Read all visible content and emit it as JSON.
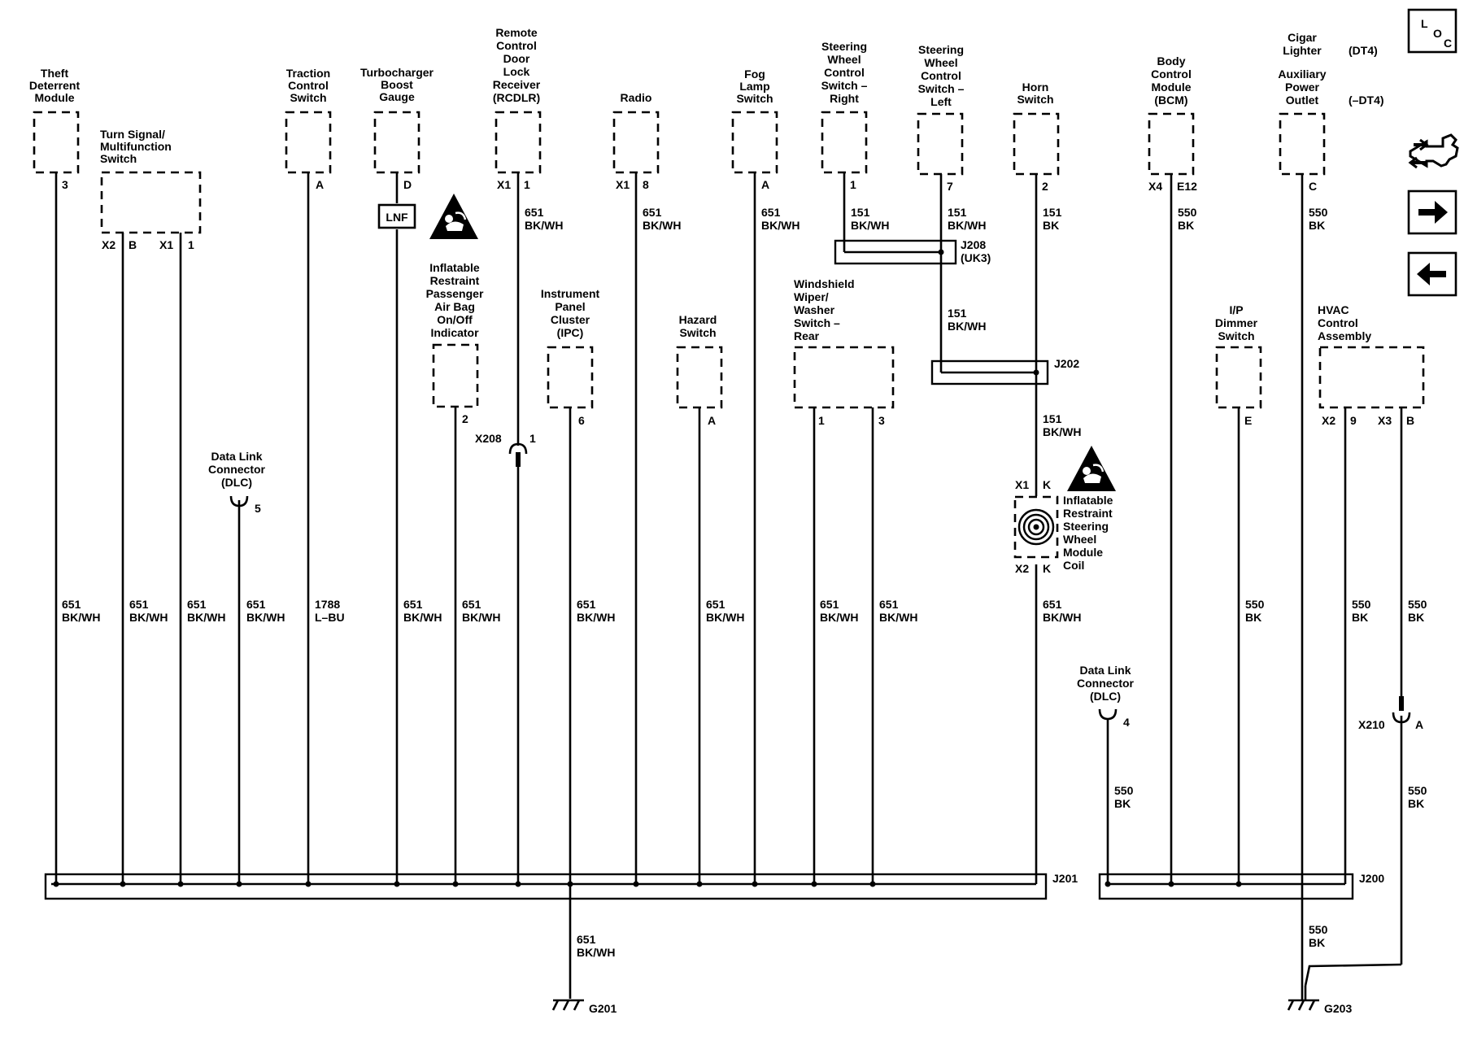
{
  "components": {
    "theft": [
      "Theft",
      "Deterrent",
      "Module"
    ],
    "turn": [
      "Turn Signal/",
      "Multifunction",
      "Switch"
    ],
    "traction": [
      "Traction",
      "Control",
      "Switch"
    ],
    "turbo": [
      "Turbocharger",
      "Boost",
      "Gauge"
    ],
    "rcdlr": [
      "Remote",
      "Control",
      "Door",
      "Lock",
      "Receiver",
      "(RCDLR)"
    ],
    "radio": [
      "Radio"
    ],
    "fog": [
      "Fog",
      "Lamp",
      "Switch"
    ],
    "swc_right": [
      "Steering",
      "Wheel",
      "Control",
      "Switch –",
      "Right"
    ],
    "swc_left": [
      "Steering",
      "Wheel",
      "Control",
      "Switch –",
      "Left"
    ],
    "horn": [
      "Horn",
      "Switch"
    ],
    "bcm": [
      "Body",
      "Control",
      "Module",
      "(BCM)"
    ],
    "cigar": [
      "Cigar",
      "Lighter"
    ],
    "aux": [
      "Auxiliary",
      "Power",
      "Outlet"
    ],
    "airbag_ind": [
      "Inflatable",
      "Restraint",
      "Passenger",
      "Air Bag",
      "On/Off",
      "Indicator"
    ],
    "ipc": [
      "Instrument",
      "Panel",
      "Cluster",
      "(IPC)"
    ],
    "hazard": [
      "Hazard",
      "Switch"
    ],
    "wiper": [
      "Windshield",
      "Wiper/",
      "Washer",
      "Switch –",
      "Rear"
    ],
    "dimmer": [
      "I/P",
      "Dimmer",
      "Switch"
    ],
    "hvac": [
      "HVAC",
      "Control",
      "Assembly"
    ],
    "dlc_left": [
      "Data Link",
      "Connector",
      "(DLC)"
    ],
    "dlc_right": [
      "Data Link",
      "Connector",
      "(DLC)"
    ],
    "coil": [
      "Inflatable",
      "Restraint",
      "Steering",
      "Wheel",
      "Module",
      "Coil"
    ]
  },
  "options": {
    "dt4": "(DT4)",
    "no_dt4": "(–DT4)",
    "lnf": "LNF"
  },
  "pins": {
    "theft": "3",
    "turn_x2": "X2",
    "turn_b": "B",
    "turn_x1": "X1",
    "turn_1": "1",
    "traction": "A",
    "turbo": "D",
    "rcdlr_x1": "X1",
    "rcdlr_1": "1",
    "radio_x1": "X1",
    "radio_8": "8",
    "fog": "A",
    "swc_right": "1",
    "swc_left": "7",
    "horn": "2",
    "bcm_x4": "X4",
    "bcm_e12": "E12",
    "aux": "C",
    "airbag": "2",
    "x208": "X208",
    "x208_pin": "1",
    "ipc": "6",
    "hazard": "A",
    "wiper_1": "1",
    "wiper_3": "3",
    "dimmer": "E",
    "hvac_x2": "X2",
    "hvac_9": "9",
    "hvac_x3": "X3",
    "hvac_b": "B",
    "dlc_left": "5",
    "dlc_right": "4",
    "coil_x1": "X1",
    "coil_k1": "K",
    "coil_x2": "X2",
    "coil_k2": "K",
    "x210": "X210",
    "x210_pin": "A"
  },
  "wires": {
    "w651_bkwh": [
      "651",
      "BK/WH"
    ],
    "w151_bkwh": [
      "151",
      "BK/WH"
    ],
    "w151_bk": [
      "151",
      "BK"
    ],
    "w550_bk": [
      "550",
      "BK"
    ],
    "w1788": [
      "1788",
      "L–BU"
    ]
  },
  "splices": {
    "j208": [
      "J208",
      "(UK3)"
    ],
    "j202": "J202",
    "j201": "J201",
    "j200": "J200"
  },
  "grounds": {
    "g201": "G201",
    "g203": "G203"
  },
  "nav": {
    "loc_l": "L",
    "loc_o": "O",
    "loc_c": "C",
    "icons": [
      "location-icon",
      "connector-view-icon",
      "next-arrow-icon",
      "previous-arrow-icon"
    ]
  }
}
